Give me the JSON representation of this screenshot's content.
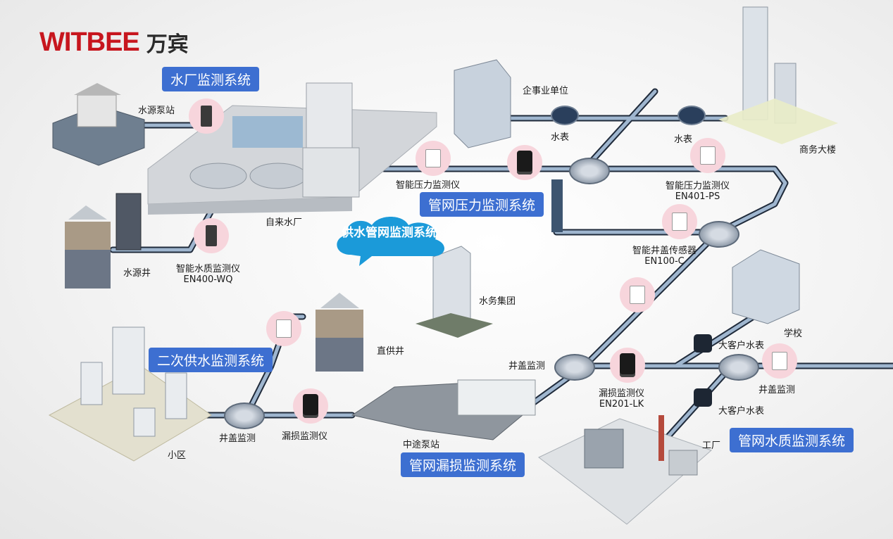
{
  "logo": {
    "latin": "WITBEE",
    "cn": "万宾"
  },
  "systems": {
    "waterplant": "水厂监测系统",
    "pressure": "管网压力监测系统",
    "secondary": "二次供水监测系统",
    "leak": "管网漏损监测系统",
    "quality": "管网水质监测系统"
  },
  "cloud": "供水管网监测系统",
  "labels": {
    "source_pump": "水源泵站",
    "enterprise": "企事业单位",
    "meter1": "水表",
    "meter2": "水表",
    "business": "商务大楼",
    "pressure1": "智能压力监测仪",
    "pressure2_a": "智能压力监测仪",
    "pressure2_b": "EN401-PS",
    "waterworks": "自来水厂",
    "manhole_sensor_a": "智能井盖传感器",
    "manhole_sensor_b": "EN100-C",
    "source_well": "水源井",
    "wq_a": "智能水质监测仪",
    "wq_b": "EN400-WQ",
    "water_group": "水务集团",
    "school": "学校",
    "big_meter1": "大客户水表",
    "direct_well": "直供井",
    "manhole1": "井盖监测",
    "leak_dev_a": "漏损监测仪",
    "leak_dev_b": "EN201-LK",
    "manhole2": "井盖监测",
    "big_meter2": "大客户水表",
    "factory": "工厂",
    "relay_pump": "中途泵站",
    "manhole3": "井盖监测",
    "leak_dev2": "漏损监测仪",
    "community": "小区"
  }
}
